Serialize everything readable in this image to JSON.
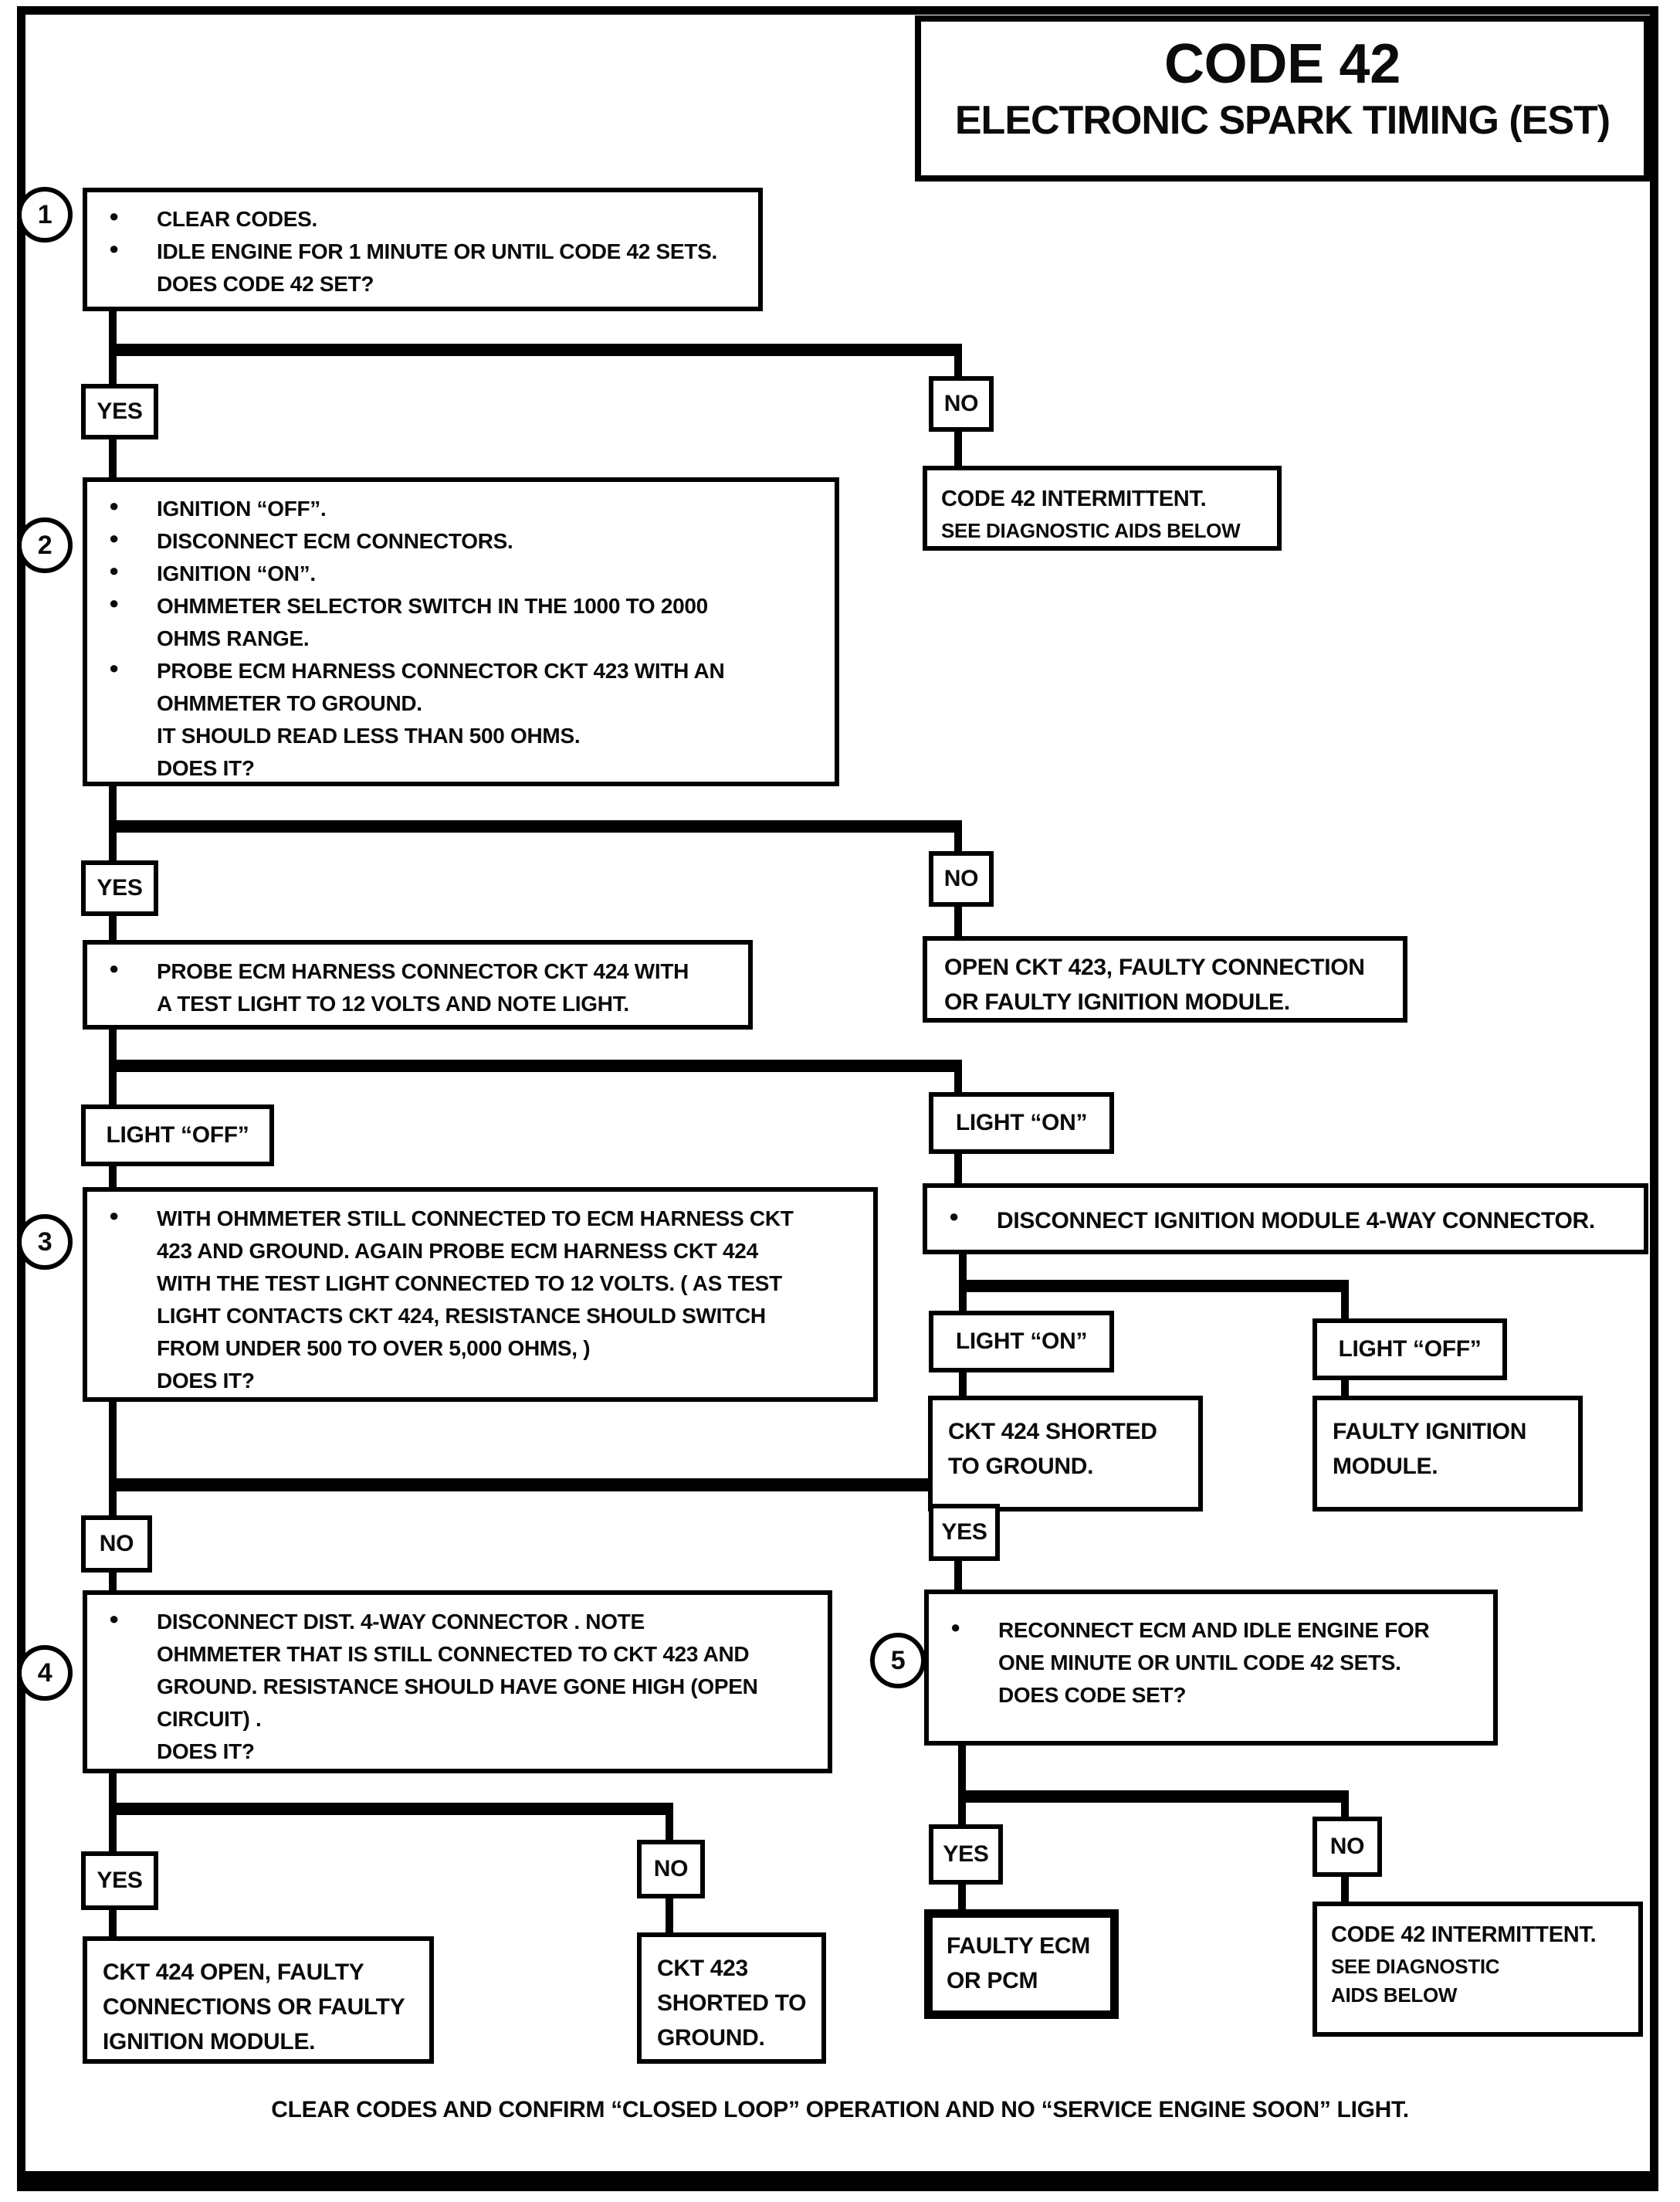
{
  "icons": {
    "bullet": "●"
  },
  "title": {
    "code": "CODE 42",
    "subtitle": "ELECTRONIC SPARK TIMING (EST)"
  },
  "labels": {
    "yes": "YES",
    "no": "NO",
    "light_on": "LIGHT “ON”",
    "light_off": "LIGHT “OFF”"
  },
  "step1": {
    "number": "1",
    "bullet1": "CLEAR CODES.",
    "bullet2": "IDLE ENGINE FOR 1 MINUTE OR UNTIL CODE 42 SETS.",
    "question": "DOES CODE 42 SET?"
  },
  "intermittent_top": {
    "line1": "CODE 42 INTERMITTENT.",
    "line2": "SEE DIAGNOSTIC AIDS BELOW"
  },
  "step2": {
    "number": "2",
    "bullet1": "IGNITION “OFF”.",
    "bullet2": "DISCONNECT ECM CONNECTORS.",
    "bullet3": "IGNITION “ON”.",
    "bullet4_line1": "OHMMETER SELECTOR SWITCH IN THE 1000 TO 2000",
    "bullet4_line2": "OHMS RANGE.",
    "bullet5_line1": "PROBE ECM HARNESS CONNECTOR CKT 423  WITH AN",
    "bullet5_line2": "OHMMETER TO GROUND.",
    "note": "IT SHOULD READ LESS THAN 500 OHMS.",
    "question": "DOES IT?"
  },
  "probe_ckt424": {
    "line1": "PROBE ECM HARNESS CONNECTOR CKT 424 WITH",
    "line2": "A TEST LIGHT TO 12  VOLTS AND NOTE LIGHT."
  },
  "open_ckt423": {
    "line1": "OPEN CKT 423, FAULTY CONNECTION",
    "line2": "OR FAULTY IGNITION MODULE."
  },
  "step3": {
    "number": "3",
    "line1": "WITH OHMMETER STILL CONNECTED TO ECM HARNESS CKT",
    "line2": "423 AND GROUND.  AGAIN PROBE ECM HARNESS CKT 424",
    "line3": "WITH THE TEST LIGHT CONNECTED TO 12 VOLTS.  ( AS TEST",
    "line4": "LIGHT CONTACTS CKT 424, RESISTANCE SHOULD SWITCH",
    "line5": "FROM UNDER 500 TO OVER 5,000 OHMS, )",
    "question": "DOES IT?"
  },
  "disconnect_ignition": {
    "text": "DISCONNECT IGNITION MODULE 4-WAY CONNECTOR."
  },
  "ckt424_shorted": {
    "line1": "CKT 424  SHORTED",
    "line2": "TO GROUND."
  },
  "faulty_ignition": {
    "line1": "FAULTY IGNITION",
    "line2": "MODULE."
  },
  "step4": {
    "number": "4",
    "line1": "DISCONNECT DIST. 4-WAY CONNECTOR .  NOTE",
    "line2": "OHMMETER THAT IS STILL CONNECTED TO CKT 423  AND",
    "line3": "GROUND. RESISTANCE SHOULD HAVE GONE HIGH (OPEN",
    "line4": "CIRCUIT) .",
    "question": "DOES IT?"
  },
  "step5": {
    "number": "5",
    "line1": "RECONNECT ECM AND IDLE ENGINE FOR",
    "line2": "ONE MINUTE OR UNTIL CODE 42 SETS.",
    "question": "DOES CODE SET?"
  },
  "ckt424_open": {
    "line1": "CKT 424 OPEN, FAULTY",
    "line2": "CONNECTIONS OR FAULTY",
    "line3": "IGNITION MODULE."
  },
  "ckt423_shorted": {
    "line1": "CKT 423",
    "line2": "SHORTED TO",
    "line3": "GROUND."
  },
  "faulty_ecm": {
    "line1": "FAULTY ECM",
    "line2": "OR PCM"
  },
  "intermittent_bottom": {
    "line1": "CODE 42 INTERMITTENT.",
    "line2": "SEE DIAGNOSTIC",
    "line3": "AIDS BELOW"
  },
  "footer": {
    "note": "CLEAR CODES AND CONFIRM “CLOSED LOOP” OPERATION AND NO “SERVICE ENGINE SOON” LIGHT."
  }
}
